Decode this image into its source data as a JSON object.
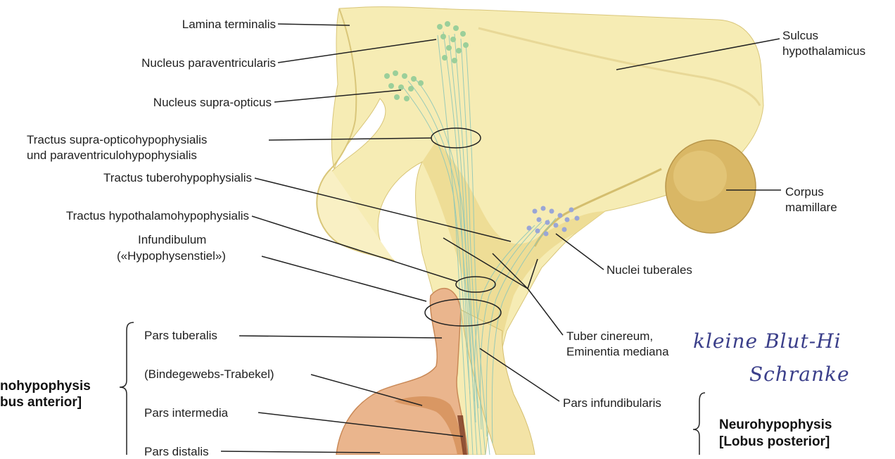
{
  "labels": {
    "lamina_terminalis": "Lamina terminalis",
    "nucleus_paraventricularis": "Nucleus paraventricularis",
    "nucleus_supra_opticus": "Nucleus supra-opticus",
    "tractus_supra_1": "Tractus supra-opticohypophysialis",
    "tractus_supra_2": "und paraventriculohypophysialis",
    "tractus_tubero": "Tractus tuberohypophysialis",
    "tractus_hypothalamo": "Tractus hypothalamohypophysialis",
    "infundibulum_1": "Infundibulum",
    "infundibulum_2": "(«Hypophysenstiel»)",
    "pars_tuberalis": "Pars tuberalis",
    "bindegewebs": "(Bindegewebs-Trabekel)",
    "pars_intermedia": "Pars intermedia",
    "pars_distalis": "Pars distalis",
    "adeno_1": "nohypophysis",
    "adeno_2": "bus anterior]",
    "sulcus_1": "Sulcus",
    "sulcus_2": "hypothalamicus",
    "corpus_1": "Corpus",
    "corpus_2": "mamillare",
    "nuclei_tuberales": "Nuclei tuberales",
    "tuber_1": "Tuber cinereum,",
    "tuber_2": "Eminentia mediana",
    "pars_infundibularis": "Pars infundibularis",
    "neuro_1": "Neurohypophysis",
    "neuro_2": "[Lobus posterior]"
  },
  "handwriting": {
    "line1": "kleine Blut-Hi",
    "line2": "Schranke"
  },
  "colors": {
    "brain_tissue": "#f6ecb4",
    "tissue_shadow": "#e2cf86",
    "mamillary_body": "#d9b765",
    "adenohypophysis": "#eab58d",
    "adenohypophysis_dark": "#d7935e",
    "nerve_fibers": "#8fc7b8",
    "nuclei_green": "#9bcf9a",
    "nuclei_blue": "#9aa6d6",
    "ink": "#3b3f8a"
  }
}
